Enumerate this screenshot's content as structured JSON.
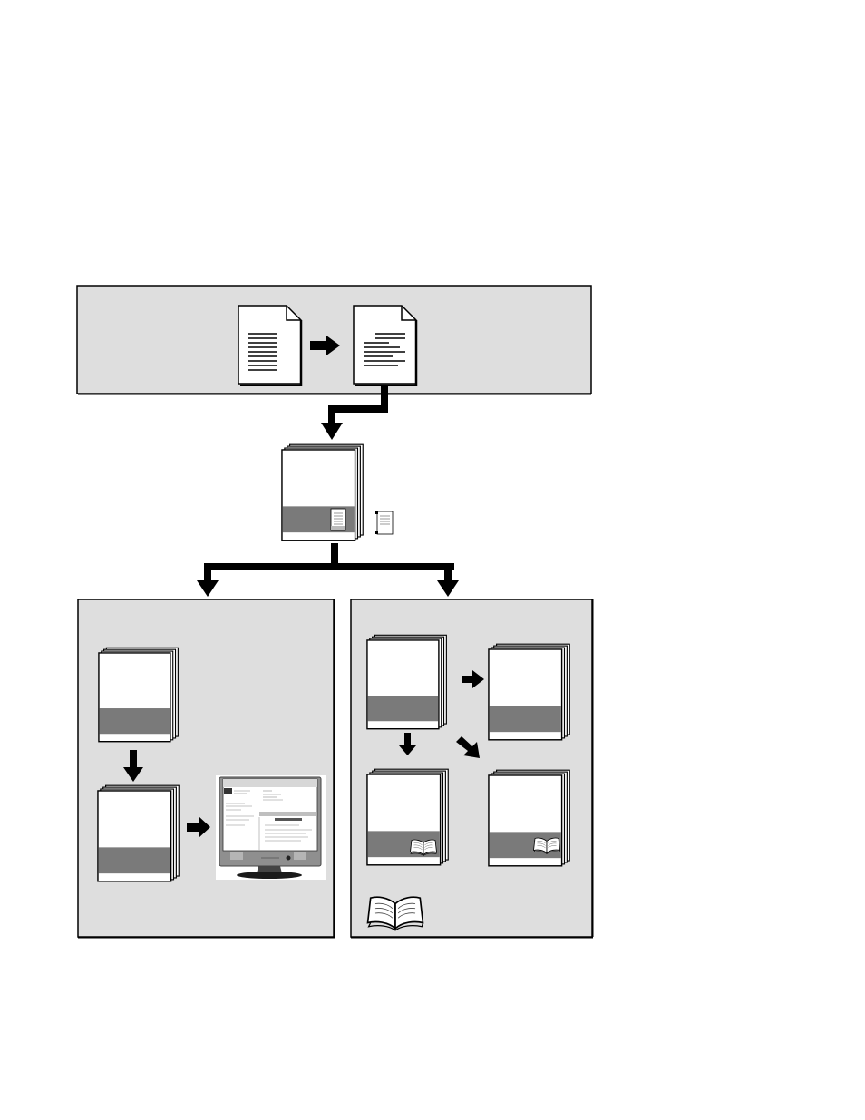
{
  "colors": {
    "background": "#ffffff",
    "panel_fill": "#dedede",
    "panel_stroke": "#000000",
    "book_band": "#7a7a7a",
    "page_fill": "#ffffff",
    "arrow": "#000000"
  },
  "icons": {
    "source_document": "document-icon",
    "formatted_document": "formatted-document-icon",
    "book": "book-icon",
    "open_book": "open-book-icon",
    "monitor": "monitor-icon",
    "arrow": "arrow-icon"
  },
  "panels": [
    "authoring-panel",
    "online-output-panel",
    "print-output-panel"
  ]
}
